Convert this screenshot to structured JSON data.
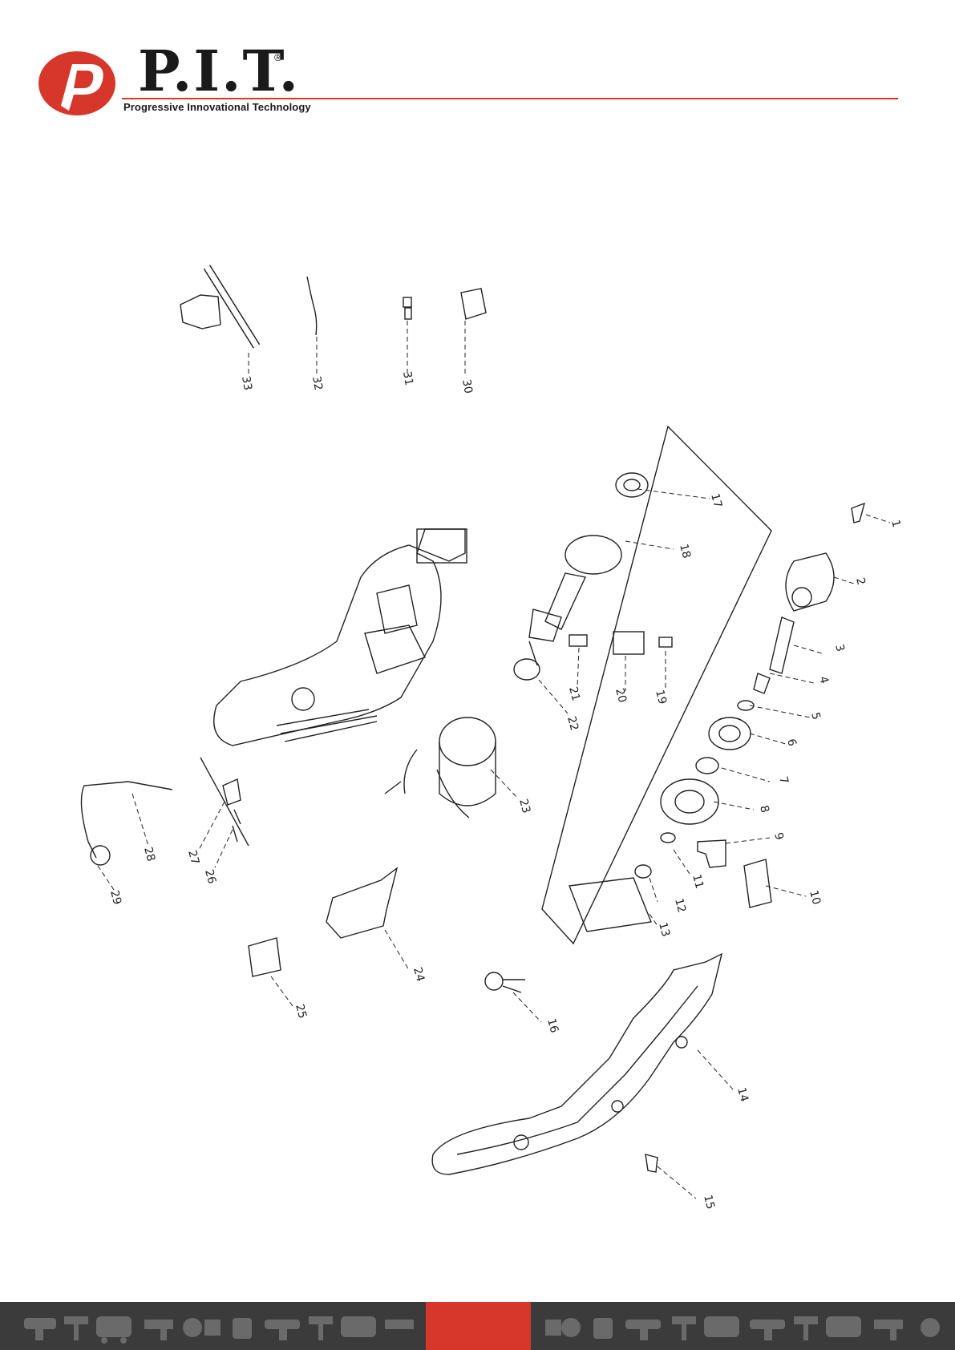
{
  "brand": {
    "name": "P.I.T.",
    "registered_mark": "®",
    "tagline": "Progressive Innovational Technology",
    "accent_color": "#d6372a"
  },
  "diagram": {
    "part_numbers": [
      "1",
      "2",
      "3",
      "4",
      "5",
      "6",
      "7",
      "8",
      "9",
      "10",
      "11",
      "12",
      "13",
      "14",
      "15",
      "16",
      "17",
      "18",
      "19",
      "20",
      "21",
      "22",
      "23",
      "24",
      "25",
      "26",
      "27",
      "28",
      "29",
      "30",
      "31",
      "32",
      "33"
    ]
  },
  "footer": {
    "background_color": "#3b3b3b",
    "icons": [
      "drill-icon",
      "mixer-icon",
      "compressor-icon",
      "saw-icon",
      "hammer-icon"
    ]
  }
}
